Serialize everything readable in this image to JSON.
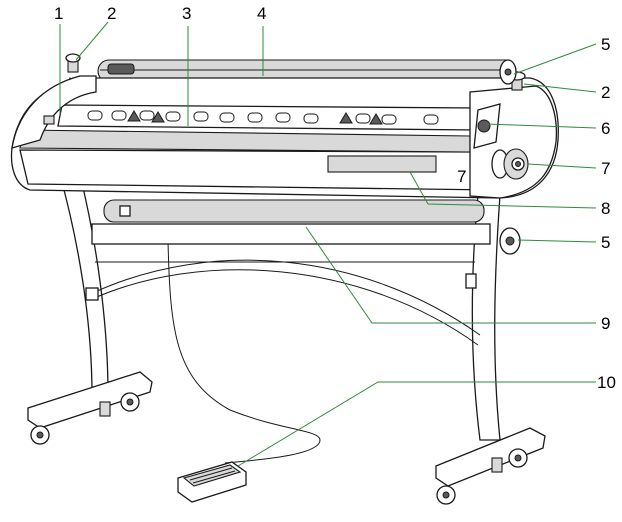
{
  "colors": {
    "leader_line": "#2e8b3a",
    "label_text": "#000000",
    "drawing_stroke": "#1a1a1a"
  },
  "callouts": [
    {
      "id": "c1",
      "text": "1"
    },
    {
      "id": "c2a",
      "text": "2"
    },
    {
      "id": "c3",
      "text": "3"
    },
    {
      "id": "c4",
      "text": "4"
    },
    {
      "id": "c5a",
      "text": "5"
    },
    {
      "id": "c2b",
      "text": "2"
    },
    {
      "id": "c6",
      "text": "6"
    },
    {
      "id": "c7",
      "text": "7"
    },
    {
      "id": "c8",
      "text": "8"
    },
    {
      "id": "c5b",
      "text": "5"
    },
    {
      "id": "c9",
      "text": "9"
    },
    {
      "id": "c10",
      "text": "10"
    }
  ],
  "machine": {
    "panel_marking": "7"
  }
}
